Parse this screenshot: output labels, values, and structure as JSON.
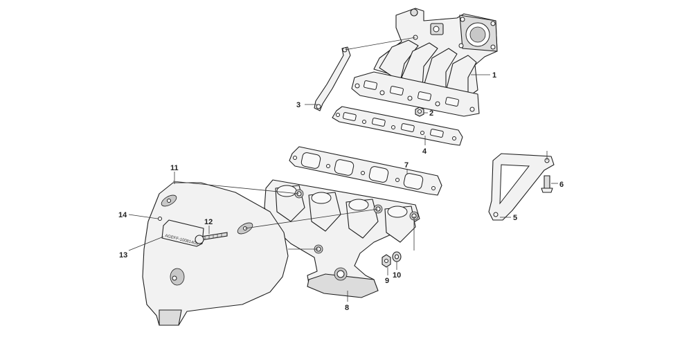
{
  "diagram": {
    "callouts": [
      {
        "id": "1",
        "label": "1"
      },
      {
        "id": "2",
        "label": "2"
      },
      {
        "id": "3",
        "label": "3"
      },
      {
        "id": "4",
        "label": "4"
      },
      {
        "id": "5",
        "label": "5"
      },
      {
        "id": "6",
        "label": "6"
      },
      {
        "id": "7",
        "label": "7"
      },
      {
        "id": "8",
        "label": "8"
      },
      {
        "id": "9",
        "label": "9"
      },
      {
        "id": "10",
        "label": "10"
      },
      {
        "id": "11",
        "label": "11"
      },
      {
        "id": "12",
        "label": "12"
      },
      {
        "id": "13",
        "label": "13"
      },
      {
        "id": "14",
        "label": "14"
      }
    ],
    "heat_shield_stamp": "AGEFF-1008140B",
    "colors": {
      "line": "#1e1e1e",
      "fill": "#f2f2f2",
      "shade": "#c8c8c8"
    }
  }
}
